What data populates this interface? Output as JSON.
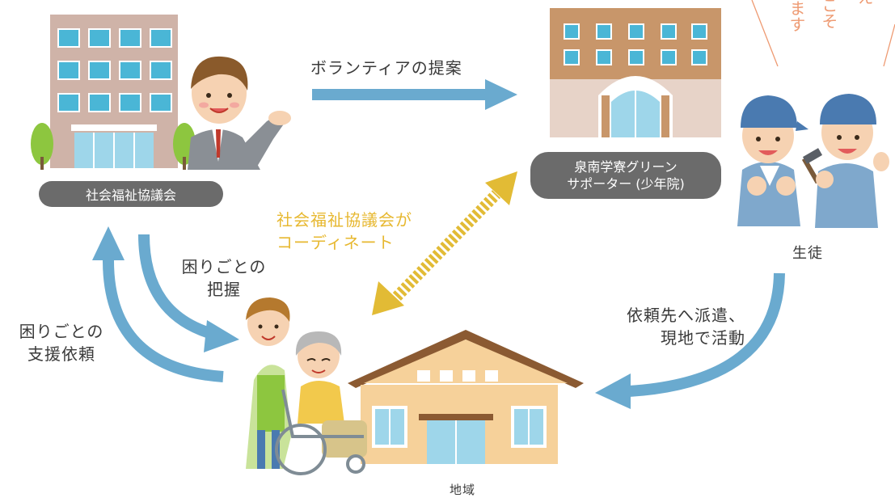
{
  "nodes": {
    "council_label": "社会福祉協議会",
    "school_label_line1": "泉南学寮グリーン",
    "school_label_line2": "サポーター (少年院)",
    "students_label": "生徒",
    "community_label": "地域"
  },
  "edges": {
    "proposal": "ボランティアの提案",
    "coordinate_line1": "社会福祉協議会が",
    "coordinate_line2": "コーディネート",
    "grasp_line1": "困りごとの",
    "grasp_line2": "把握",
    "support_line1": "困りごとの",
    "support_line2": "支援依頼",
    "dispatch_line1": "依頼先へ派遣、",
    "dispatch_line2": "現地で活動"
  },
  "corner_text": {
    "col1": "ます",
    "col2": "こそ",
    "col3": "え"
  },
  "colors": {
    "arrow_blue": "#6aaacf",
    "arrow_yellow": "#e2bb35",
    "pill_gray": "#6b6b6b",
    "accent_orange": "#ee9a72",
    "text_dark": "#3a3a3a"
  }
}
